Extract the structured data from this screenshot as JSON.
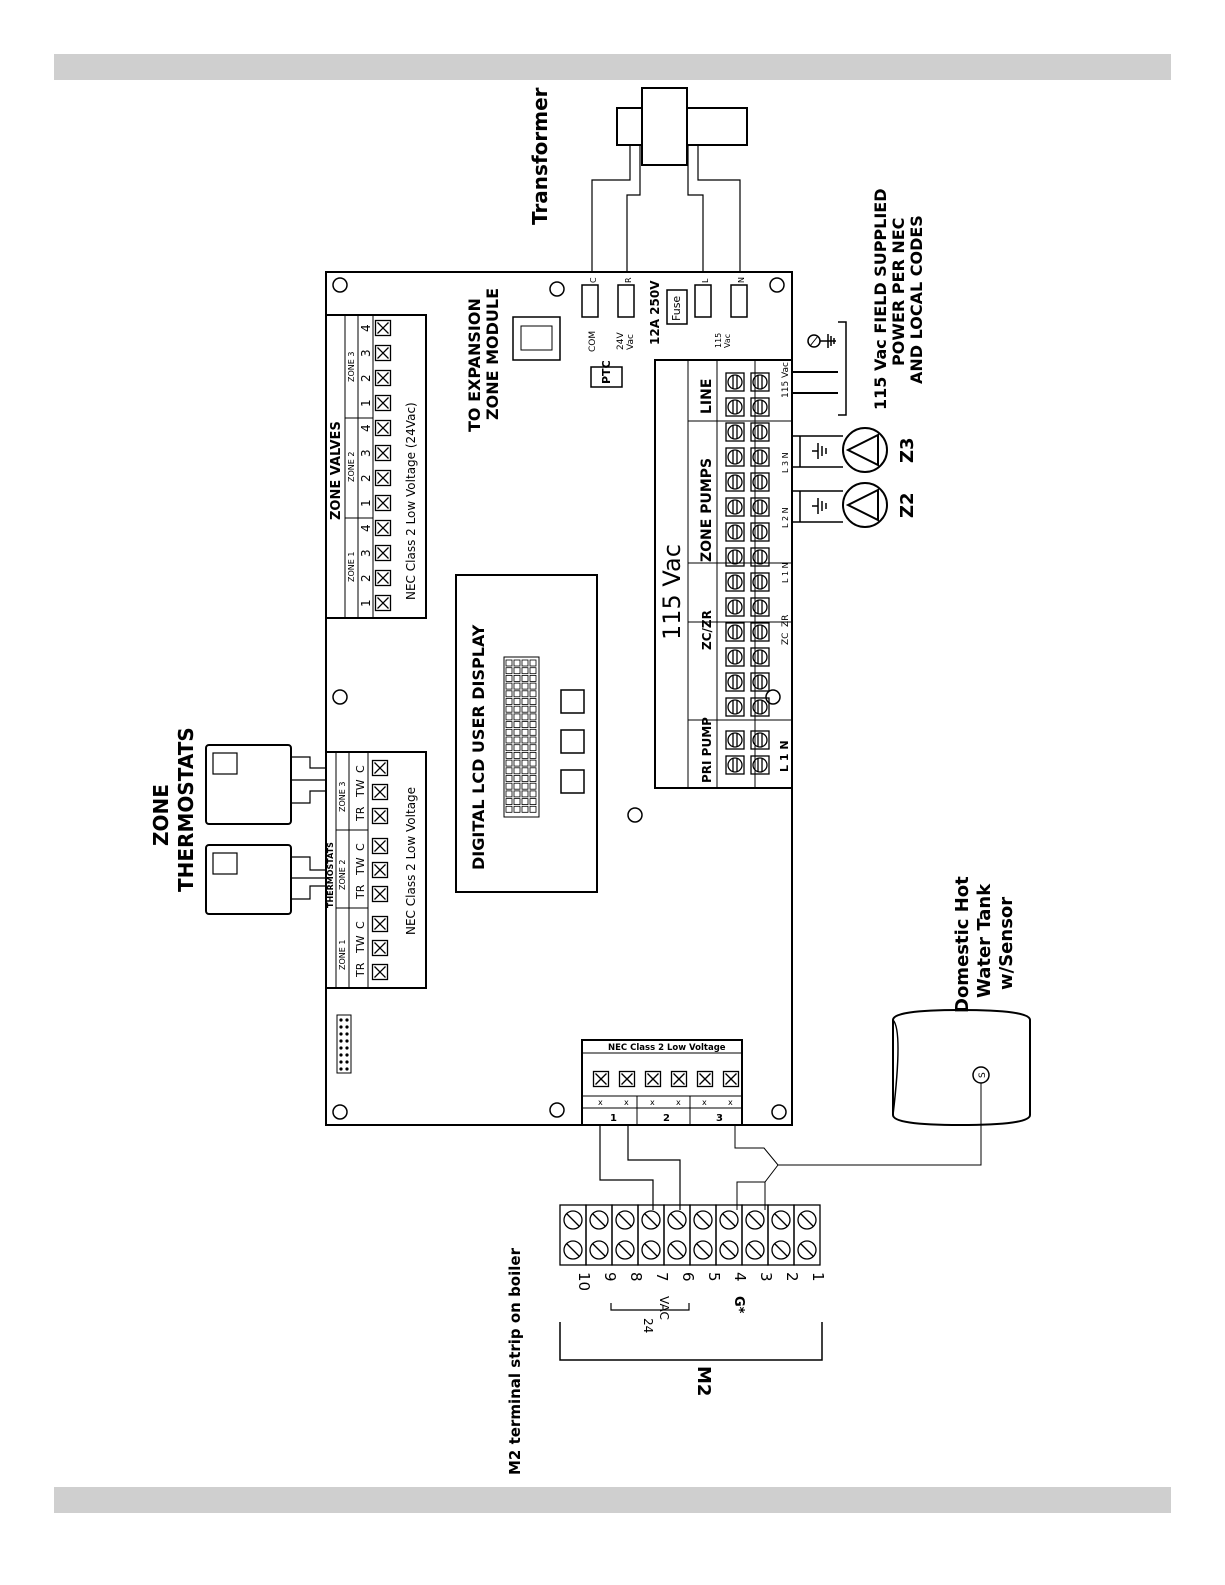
{
  "labels": {
    "transformer": "Transformer",
    "zone_thermostats_line1": "ZONE",
    "zone_thermostats_line2": "THERMOSTATS",
    "to_expansion_line1": "TO EXPANSION",
    "to_expansion_line2": "ZONE MODULE",
    "digital_lcd": "DIGITAL LCD USER DISPLAY",
    "vac115": "115 Vac",
    "zone_pumps": "ZONE PUMPS",
    "line": "LINE",
    "zc_zr": "ZC/ZR",
    "pri_pump": "PRI PUMP",
    "zone_valves": "ZONE VALVES",
    "nec_24vac": "NEC Class 2 Low Voltage (24Vac)",
    "nec_low": "NEC Class 2 Low Voltage",
    "thermostats_hdr": "THERMOSTATS",
    "field_supplied_line1": "115 Vac FIELD SUPPLIED",
    "field_supplied_line2": "POWER PER NEC",
    "field_supplied_line3": "AND LOCAL CODES",
    "z2": "Z2",
    "z3": "Z3",
    "domestic_line1": "Domestic Hot",
    "domestic_line2": "Water Tank",
    "domestic_line3": "w/Sensor",
    "sensor_s": "S",
    "m2": "M2",
    "m2_strip": "M2 terminal strip on boiler",
    "vac24_num": "24",
    "vac24_txt": "VAC",
    "g_star": "G*",
    "ptc": "PTC",
    "fuse": "Fuse",
    "fuse_rating": "12A 250V",
    "com": "COM",
    "vac24_small": "24V",
    "vac_small": "Vac",
    "vac115_small_1": "115",
    "vac115_small_2": "Vac",
    "c": "C",
    "r": "R",
    "l": "L",
    "n": "N",
    "l1n": "L 1 N",
    "zc": "ZC",
    "zr": "ZR",
    "ln115": "115 Vac"
  },
  "zones": {
    "valve_zones": [
      "ZONE 1",
      "ZONE 2",
      "ZONE 3"
    ],
    "valve_terms": [
      "1",
      "2",
      "3",
      "4"
    ],
    "therm_terms": [
      "TR",
      "TW",
      "C"
    ],
    "pump_terms": [
      "L 1 N",
      "L 2 N",
      "L 3 N"
    ]
  },
  "bottom_block": {
    "terms": [
      "x",
      "x",
      "x",
      "x",
      "x",
      "x"
    ],
    "groups": [
      "1",
      "2",
      "3"
    ]
  },
  "m2_terms": [
    "10",
    "9",
    "8",
    "7",
    "6",
    "5",
    "4",
    "3",
    "2",
    "1"
  ]
}
